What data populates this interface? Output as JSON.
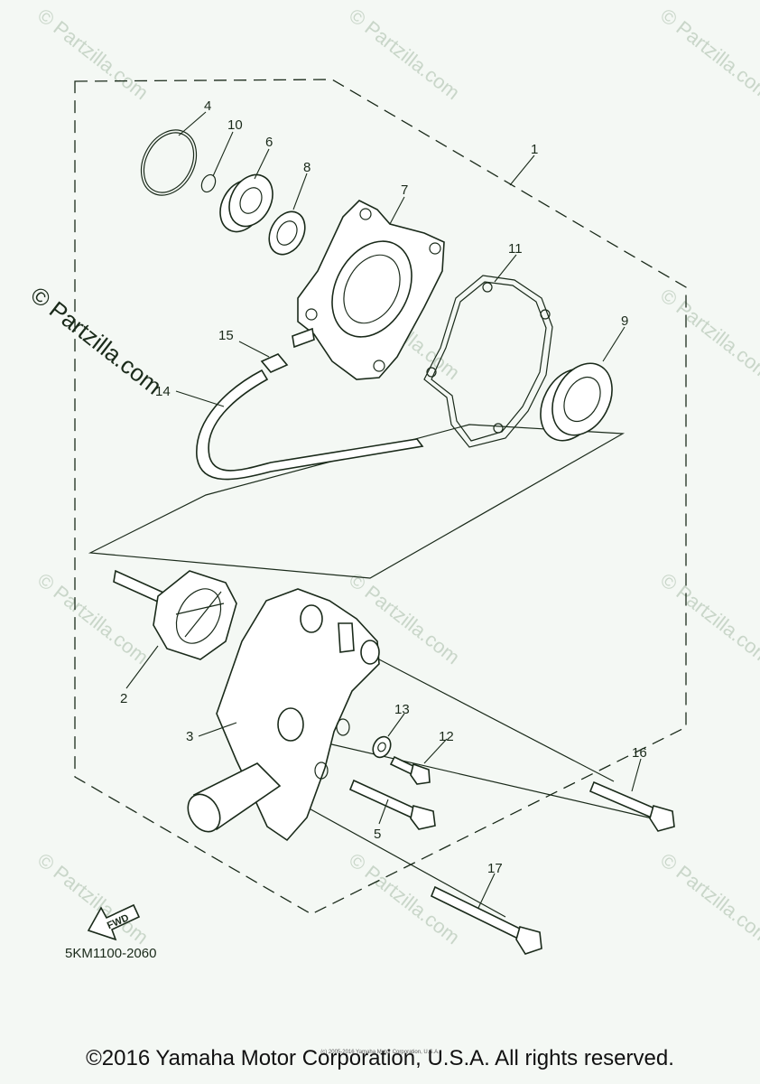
{
  "watermark": "© Partzilla.com",
  "part_labels": {
    "p1": "1",
    "p2": "2",
    "p3": "3",
    "p4": "4",
    "p5": "5",
    "p6": "6",
    "p7": "7",
    "p8": "8",
    "p9": "9",
    "p10": "10",
    "p11": "11",
    "p12": "12",
    "p13": "13",
    "p14": "14",
    "p15": "15",
    "p16": "16",
    "p17": "17"
  },
  "fwd_label": "FWD",
  "diagram_code": "5KM1100-2060",
  "tiny_copyright": "(c) 2005-2016 Yamaha Motor Corporation, U.S.A.",
  "copyright": "©2016 Yamaha Motor Corporation, U.S.A. All rights reserved."
}
